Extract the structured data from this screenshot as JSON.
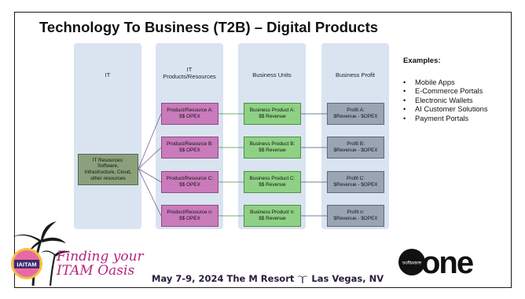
{
  "slide": {
    "title": "Technology To Business (T2B) – Digital Products",
    "footer": "May 7-9, 2024  The M Resort",
    "footer_location": "Las Vegas, NV"
  },
  "columns": [
    {
      "header": "IT"
    },
    {
      "header": "IT\nProducts/Resources"
    },
    {
      "header": "Business Units"
    },
    {
      "header": "Business Profit"
    }
  ],
  "it_resources": {
    "label": "IT Resources:\nSoftware,\nInfrastructure, Cloud,\nother resources"
  },
  "rows": [
    {
      "product": "Product/Resource A:",
      "product_cost": "$$ OPEX",
      "unit": "Business Product A:",
      "unit_value": "$$ Revenue",
      "profit": "Profit A:",
      "profit_value": "$Revenue - $OPEX"
    },
    {
      "product": "Product/Resource B:",
      "product_cost": "$$ OPEX",
      "unit": "Business Product B:",
      "unit_value": "$$ Revenue",
      "profit": "Profit B:",
      "profit_value": "$Revenue - $OPEX"
    },
    {
      "product": "Product/Resource C:",
      "product_cost": "$$ OPEX",
      "unit": "Business Product C:",
      "unit_value": "$$ Revenue",
      "profit": "Profit C:",
      "profit_value": "$Revenue - $OPEX"
    },
    {
      "product": "Product/Resource n:",
      "product_cost": "$$ OPEX",
      "unit": "Business Product n:",
      "unit_value": "$$ Revenue",
      "profit": "Profit n:",
      "profit_value": "$Revenue - $OPEX"
    }
  ],
  "examples": {
    "title": "Examples:",
    "items": [
      "Mobile Apps",
      "E-Commerce Portals",
      "Electronic Wallets",
      "AI Customer Solutions",
      "Payment Portals"
    ]
  },
  "branding": {
    "left_tagline_1": "Finding your",
    "left_tagline_2": "ITAM Oasis",
    "left_badge": "IAITAM",
    "right_small": "software",
    "right_big": "one"
  },
  "colors": {
    "column_bg": "#d9e4f0",
    "product": "#c97bbb",
    "unit": "#8fd184",
    "profit": "#9aa5b4",
    "it_resources": "#8aa17c",
    "tagline": "#b5267a"
  }
}
